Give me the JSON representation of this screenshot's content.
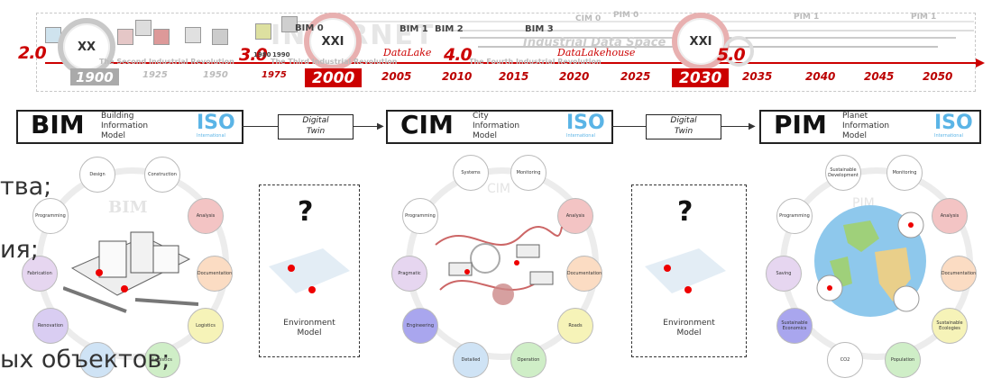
{
  "timeline": {
    "bg_word": "INTERNET",
    "centuries": [
      "XX",
      "XXI",
      "XXI"
    ],
    "years_highlight": [
      "1900",
      "2000",
      "2030"
    ],
    "years": [
      "1925",
      "1950",
      "1975",
      "2005",
      "2010",
      "2015",
      "2020",
      "2025",
      "2035",
      "2040",
      "2045",
      "2050"
    ],
    "years_small": [
      "1980",
      "1990"
    ],
    "versions": [
      "2.0",
      "3.0",
      "4.0",
      "5.0"
    ],
    "revolutions": [
      "The Second Industrial Revolution",
      "The Third Industrial Revolution",
      "The Fourth Industrial Revolution"
    ],
    "bim_tracks": [
      "BIM 0",
      "BIM 1",
      "BIM 2",
      "BIM 3"
    ],
    "cim_tracks": [
      "CIM 0",
      "PIM 0",
      "PIM 1",
      "PIM 1"
    ],
    "datalake": "DataLake",
    "datalakehouse": "DataLakehouse",
    "industrial_data_space": "Industrial Data Space"
  },
  "models": [
    {
      "abbr": "BIM",
      "line1": "Building",
      "line2": "Information",
      "line3": "Model",
      "iso": "ISO",
      "iso_sub": "International"
    },
    {
      "abbr": "CIM",
      "line1": "City",
      "line2": "Information",
      "line3": "Model",
      "iso": "ISO",
      "iso_sub": "International"
    },
    {
      "abbr": "PIM",
      "line1": "Planet",
      "line2": "Information",
      "line3": "Model",
      "iso": "ISO",
      "iso_sub": "International"
    }
  ],
  "twins": [
    {
      "line1": "Digital",
      "line2": "Twin"
    },
    {
      "line1": "Digital",
      "line2": "Twin"
    }
  ],
  "wheels": {
    "bim": {
      "watermark": "BIM",
      "nodes": [
        "Design",
        "Construction",
        "Analysis",
        "Documentation",
        "Logistics",
        "Renovation",
        "Fabrication",
        "Programming"
      ]
    },
    "cim": {
      "watermark": "CIM",
      "nodes": [
        "Systems",
        "Monitoring",
        "Analysis",
        "Documentation",
        "Roads",
        "Operation",
        "Detailed",
        "Engineering",
        "Pragmatic",
        "Programming"
      ]
    },
    "pim": {
      "watermark": "PIM",
      "nodes": [
        "Sustainable Development",
        "Monitoring",
        "Analysis",
        "Documentation",
        "Sustainable Ecologies",
        "Population",
        "CO2",
        "Sustainable Economics",
        "Saving",
        "Programming"
      ]
    }
  },
  "environment": {
    "question": "?",
    "line1": "Environment",
    "line2": "Model"
  },
  "russian_fragments": [
    "тва;",
    "ия;",
    "ых объектов;"
  ],
  "colors": {
    "red": "#cc0000",
    "iso_blue": "#5ab4e6",
    "ring": "#ececec"
  }
}
